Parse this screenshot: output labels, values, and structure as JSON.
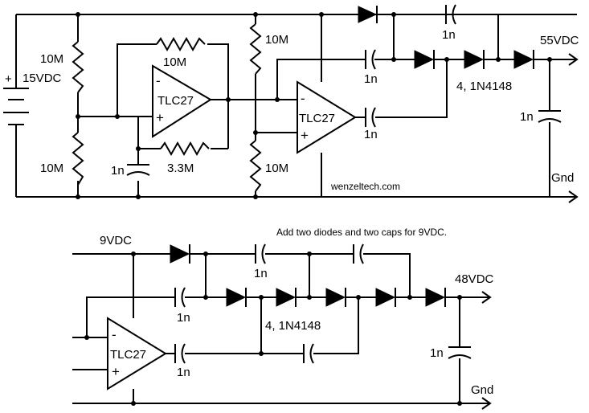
{
  "top": {
    "supply": "15VDC",
    "plus": "+",
    "r_div_top": "10M",
    "r_div_bot": "10M",
    "r_fb": "10M",
    "r_timing": "3.3M",
    "c_timing": "1n",
    "opamp1": {
      "label": "TLC27",
      "minus": "-",
      "plus": "+"
    },
    "r_div2_top": "10M",
    "r_div2_bot": "10M",
    "opamp2": {
      "label": "TLC27",
      "minus": "-",
      "plus": "+"
    },
    "cap_pump_top": "1n",
    "cap_pump_mid": "1n",
    "cap_pump_bot": "1n",
    "diodes": "4, 1N4148",
    "output": "55VDC",
    "c_out": "1n",
    "gnd": "Gnd",
    "credit": "wenzeltech.com"
  },
  "bottom": {
    "note": "Add two diodes and two caps for 9VDC.",
    "supply": "9VDC",
    "cap_top": "1n",
    "cap_mid": "1n",
    "cap_bot": "1n",
    "diodes": "4, 1N4148",
    "opamp": {
      "label": "TLC27",
      "minus": "-",
      "plus": "+"
    },
    "output": "48VDC",
    "c_out": "1n",
    "gnd": "Gnd"
  }
}
